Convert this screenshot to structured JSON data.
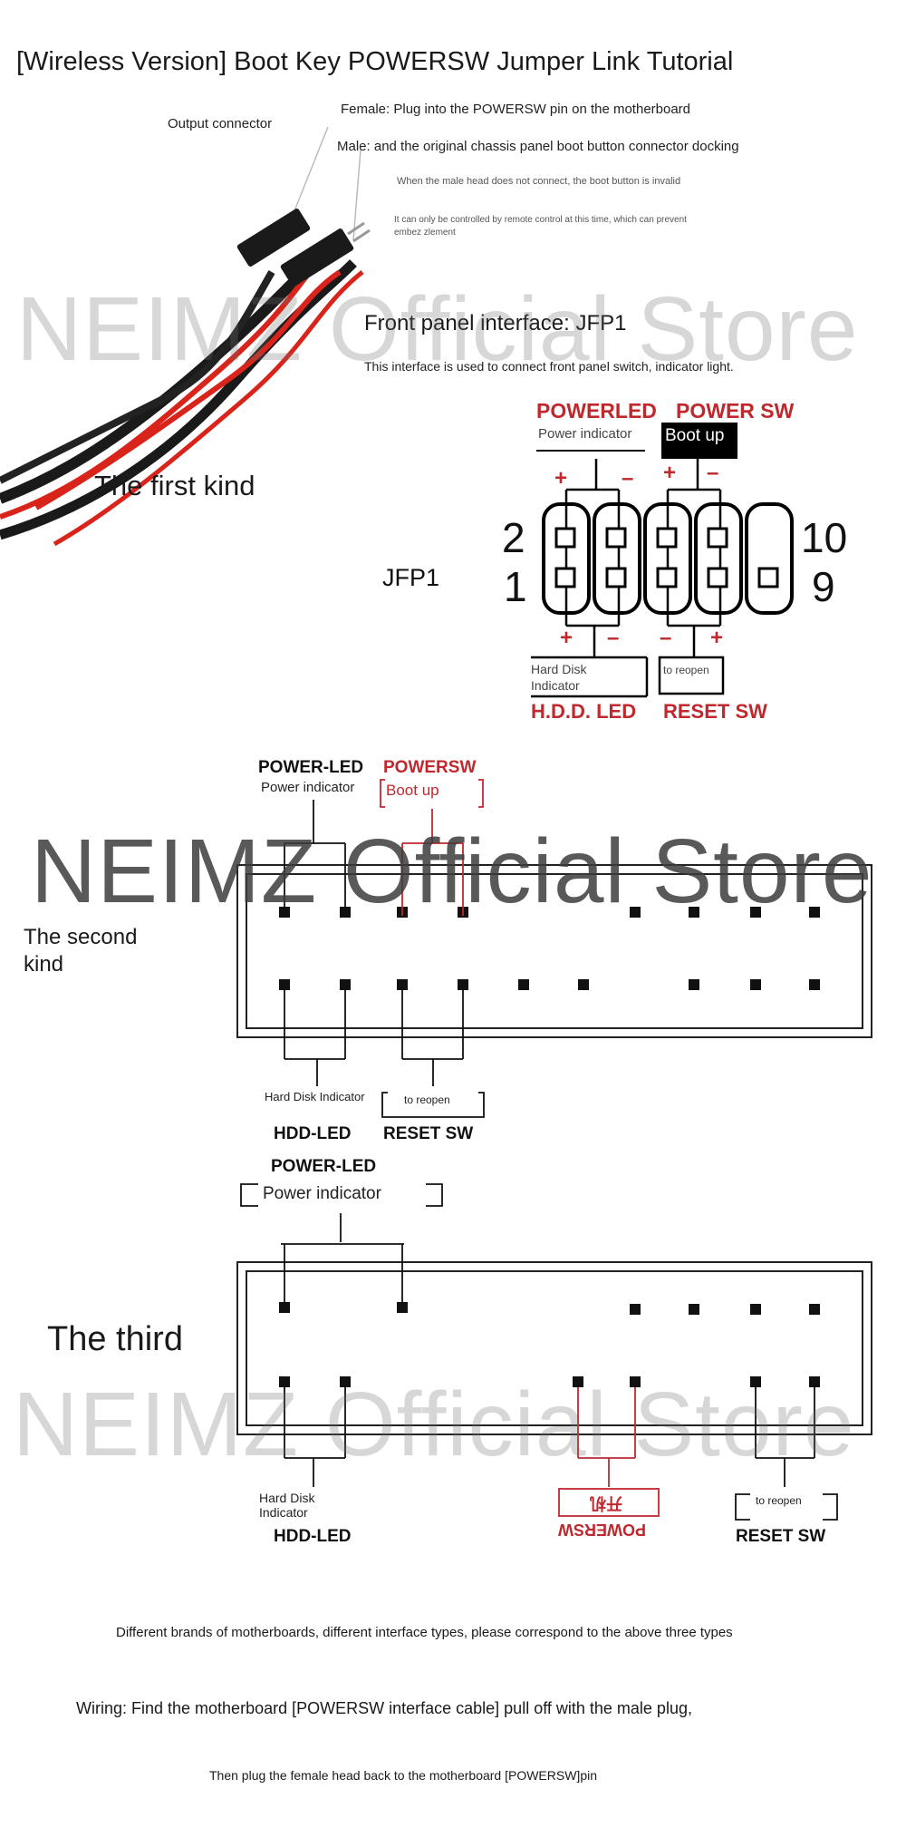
{
  "header": {
    "title": "[Wireless Version] Boot Key POWERSW      Jumper Link Tutorial"
  },
  "section1": {
    "output_connector": "Output connector",
    "female_note": "Female: Plug into the POWERSW      pin on the motherboard",
    "male_note": "Male: and the original chassis panel boot button connector docking",
    "note_small_1": "When the male head does not connect, the boot button is invalid",
    "note_small_2": "It can only be controlled by remote control at this time, which can prevent",
    "note_small_3": "embez zlement",
    "first_kind": "The first kind",
    "front_panel_title": "Front panel interface: JFP1",
    "front_panel_desc": "This interface is used to connect front panel switch, indicator light.",
    "powerled": "POWERLED",
    "power_sw": "POWER SW",
    "power_indicator": "Power indicator",
    "boot_up": "Boot up",
    "jfp1": "JFP1",
    "pin_2": "2",
    "pin_1": "1",
    "pin_10": "10",
    "pin_9": "9",
    "hdd_indicator_line1": "Hard Disk",
    "hdd_indicator_line2": "Indicator",
    "to_reopen": "to reopen",
    "hdd_led": "H.D.D. LED",
    "reset_sw": "RESET SW"
  },
  "section2": {
    "power_led": "POWER-LED",
    "powersw": "POWERSW",
    "power_indicator": "Power indicator",
    "boot_up": "Boot up",
    "second_kind_line1": "The second",
    "second_kind_line2": "kind",
    "hdd_indicator": "Hard Disk Indicator",
    "to_reopen": "to reopen",
    "hdd_led": "HDD-LED",
    "reset_sw": "RESET SW"
  },
  "section3": {
    "power_led": "POWER-LED",
    "power_indicator": "Power indicator",
    "third": "The third",
    "hdd_indicator_line1": "Hard Disk",
    "hdd_indicator_line2": "Indicator",
    "hdd_led": "HDD-LED",
    "powersw_mirrored": "POWERSW",
    "boot_cn": "开机",
    "to_reopen": "to reopen",
    "reset_sw": "RESET SW"
  },
  "watermark": "NEIMZ Official Store",
  "footer": {
    "line1": "Different brands of motherboards, different interface types, please correspond to the above three types",
    "line2": "Wiring: Find the motherboard [POWERSW      interface cable] pull off with the male plug,",
    "line3": "Then plug the female head back to the motherboard [POWERSW]pin"
  },
  "colors": {
    "accent_red": "#c0282d",
    "cable_red": "#d9241c",
    "cable_black": "#1a1a1a",
    "text": "#1a1a1a"
  }
}
